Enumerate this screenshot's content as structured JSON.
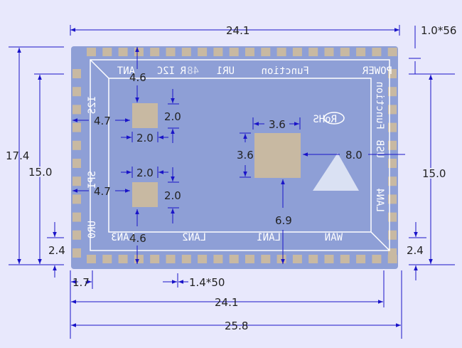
{
  "board": {
    "silkscreen": {
      "top": [
        "ANT",
        "I2C",
        "R",
        "48",
        "UR1",
        "Function",
        "POWER"
      ],
      "left": [
        "I2S",
        "SPI",
        "UR0"
      ],
      "right": [
        "Function",
        "USB",
        "LAN4"
      ],
      "bottom": [
        "WAN",
        "LAN1",
        "LAN2",
        "LAN3"
      ],
      "rohs": "RoHS"
    },
    "colors": {
      "board": "#8e9fd6",
      "pad": "#c8b9a2",
      "silk": "#ffffff",
      "dimension": "#1a14c8"
    }
  },
  "dimensions": {
    "top_width": "24.1",
    "pitch_right": "1.0*56",
    "height_total": "17.4",
    "height_inner_left": "15.0",
    "height_inner_right": "15.0",
    "edge_left": "2.4",
    "edge_right": "2.4",
    "chip1_top": "4.6",
    "chip1_left": "4.7",
    "chip1_height": "2.0",
    "chip1_width": "2.0",
    "chip2_left": "4.7",
    "chip2_height": "2.0",
    "chip2_width": "2.0",
    "chip2_bottom": "4.6",
    "chip3_width": "3.6",
    "chip3_height": "3.6",
    "chip3_right": "8.0",
    "chip3_bottom": "6.9",
    "edge_bottom_left": "1.7",
    "pitch_bottom": "1.4*50",
    "bottom_inner": "24.1",
    "bottom_total": "25.8"
  }
}
